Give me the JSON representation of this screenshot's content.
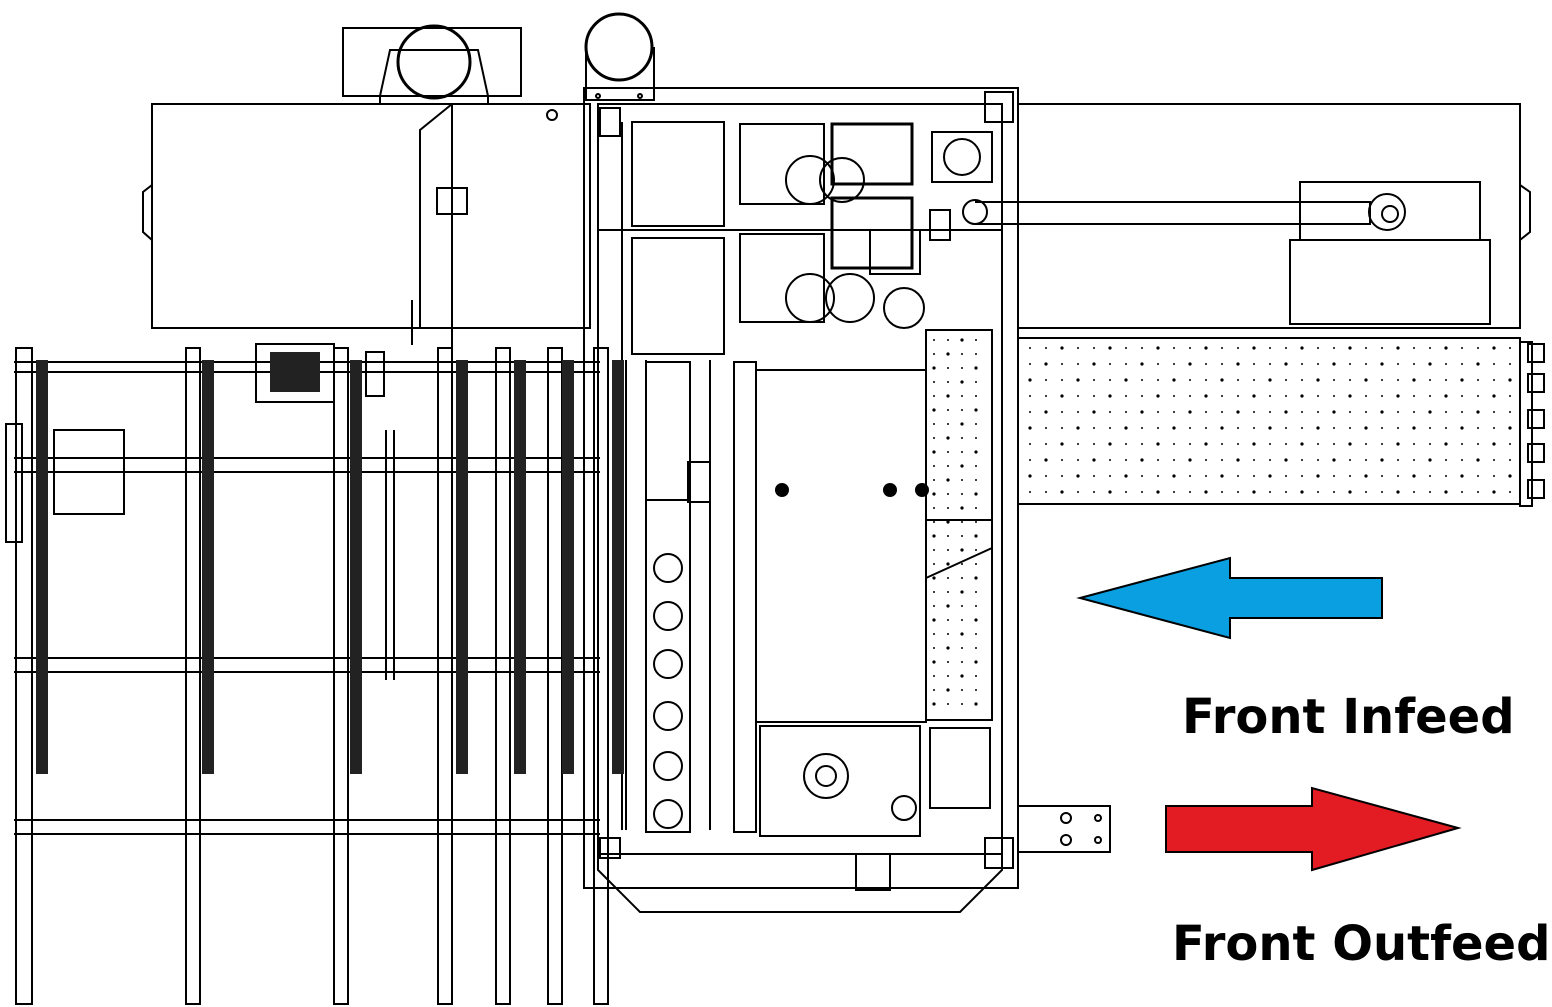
{
  "diagram": {
    "labels": {
      "infeed": "Front Infeed",
      "outfeed": "Front Outfeed"
    },
    "colors": {
      "infeed_arrow": "#0a9fe0",
      "outfeed_arrow": "#e31b23",
      "line": "#000000",
      "background": "#ffffff"
    },
    "arrows": [
      {
        "direction": "left",
        "meaning": "infeed"
      },
      {
        "direction": "right",
        "meaning": "outfeed"
      }
    ]
  }
}
